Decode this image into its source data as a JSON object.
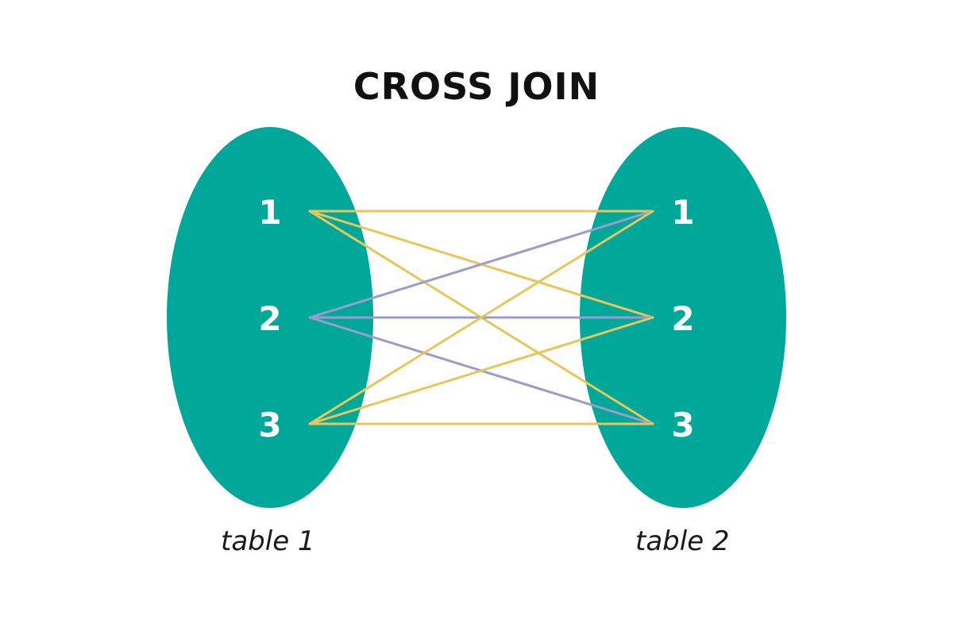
{
  "title": "CROSS JOIN",
  "table1": {
    "label": "table 1",
    "rows": [
      "1",
      "2",
      "3"
    ]
  },
  "table2": {
    "label": "table 2",
    "rows": [
      "1",
      "2",
      "3"
    ]
  },
  "colors": {
    "ellipse": "#01a89a",
    "link_yellow": "#e9c659",
    "link_purple": "#9a9ccf",
    "text_dark": "#111111",
    "text_light": "#ffffff"
  },
  "connections": [
    {
      "from": 1,
      "to": 1,
      "color": "yellow"
    },
    {
      "from": 1,
      "to": 2,
      "color": "yellow"
    },
    {
      "from": 1,
      "to": 3,
      "color": "yellow"
    },
    {
      "from": 2,
      "to": 1,
      "color": "purple"
    },
    {
      "from": 2,
      "to": 2,
      "color": "purple"
    },
    {
      "from": 2,
      "to": 3,
      "color": "purple"
    },
    {
      "from": 3,
      "to": 1,
      "color": "yellow"
    },
    {
      "from": 3,
      "to": 2,
      "color": "yellow"
    },
    {
      "from": 3,
      "to": 3,
      "color": "yellow"
    }
  ]
}
